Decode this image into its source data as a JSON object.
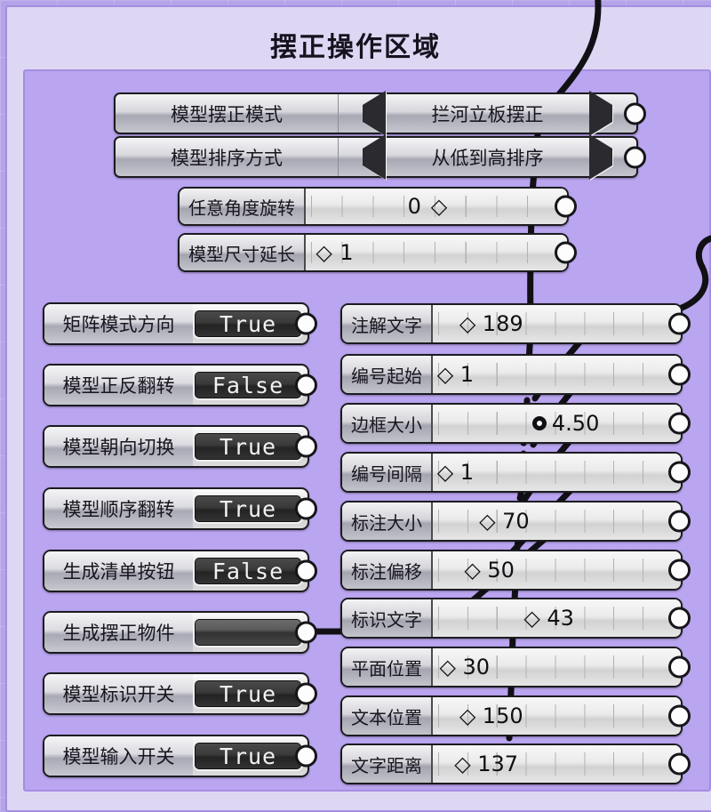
{
  "canvas": {
    "background_color": "#b5a3e9",
    "grid_color": "#c6b8ef"
  },
  "groups": {
    "outer": {
      "name": "outer-group",
      "color": "#ded7f4",
      "border_color": "#a48ee0"
    },
    "inner": {
      "name": "inner-group",
      "color": "#baa5f0",
      "border_color": "#a48ee0"
    }
  },
  "title": "摆正操作区域",
  "value_lists": [
    {
      "label": "模型摆正模式",
      "value": "拦河立板摆正",
      "prev_icon": "triangle-left-icon",
      "next_icon": "triangle-right-icon"
    },
    {
      "label": "模型排序方式",
      "value": "从低到高排序",
      "prev_icon": "triangle-left-icon",
      "next_icon": "triangle-right-icon"
    }
  ],
  "top_sliders": [
    {
      "label": "任意角度旋转",
      "value": "0",
      "handle": "diamond",
      "handle_pct": 49,
      "value_side": "left"
    },
    {
      "label": "模型尺寸延长",
      "value": "1",
      "handle": "diamond",
      "handle_pct": 6,
      "value_side": "right"
    }
  ],
  "toggles": [
    {
      "label": "矩阵模式方向",
      "value": "True"
    },
    {
      "label": "模型正反翻转",
      "value": "False"
    },
    {
      "label": "模型朝向切换",
      "value": "True"
    },
    {
      "label": "模型顺序翻转",
      "value": "True"
    },
    {
      "label": "生成清单按钮",
      "value": "False"
    },
    {
      "label": "生成摆正物件",
      "value": ""
    },
    {
      "label": "模型标识开关",
      "value": "True"
    },
    {
      "label": "模型输入开关",
      "value": "True"
    }
  ],
  "sliders": [
    {
      "label": "注解文字",
      "value": "189",
      "handle": "diamond",
      "handle_pct": 14
    },
    {
      "label": "编号起始",
      "value": "1",
      "handle": "diamond",
      "handle_pct": 4
    },
    {
      "label": "边框大小",
      "value": "4.50",
      "handle": "circle",
      "handle_pct": 43
    },
    {
      "label": "编号间隔",
      "value": "1",
      "handle": "diamond",
      "handle_pct": 4
    },
    {
      "label": "标注大小",
      "value": "70",
      "handle": "diamond",
      "handle_pct": 22
    },
    {
      "label": "标注偏移",
      "value": "50",
      "handle": "diamond",
      "handle_pct": 16
    },
    {
      "label": "标识文字",
      "value": "43",
      "handle": "diamond",
      "handle_pct": 39
    },
    {
      "label": "平面位置",
      "value": "30",
      "handle": "diamond",
      "handle_pct": 6
    },
    {
      "label": "文本位置",
      "value": "150",
      "handle": "diamond",
      "handle_pct": 14
    },
    {
      "label": "文字距离",
      "value": "137",
      "handle": "diamond",
      "handle_pct": 12
    }
  ],
  "wire_color": "#111115",
  "port_nub_color": "#fdfdfd"
}
